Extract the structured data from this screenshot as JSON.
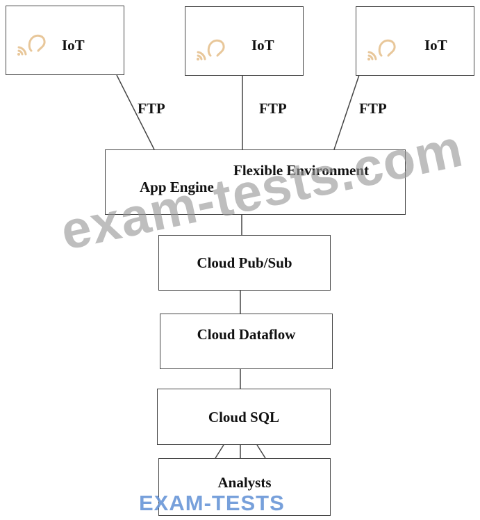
{
  "iot_devices": [
    {
      "label": "IoT",
      "link_label": "FTP",
      "icon": "iot-antenna-icon"
    },
    {
      "label": "IoT",
      "link_label": "FTP",
      "icon": "iot-antenna-icon"
    },
    {
      "label": "IoT",
      "link_label": "FTP",
      "icon": "iot-antenna-icon"
    }
  ],
  "app_engine": {
    "label": "App Engine",
    "environment": "Flexible Environment"
  },
  "pipeline": {
    "pubsub": "Cloud Pub/Sub",
    "dataflow": "Cloud Dataflow",
    "sql": "Cloud SQL",
    "analysts": "Analysts"
  },
  "watermark": {
    "text": "exam-tests.com",
    "logo": "EXAM-TESTS"
  },
  "colors": {
    "icon": "#e8c79a",
    "watermark": "#969696",
    "logo": "#6896d7",
    "line": "#444444"
  }
}
